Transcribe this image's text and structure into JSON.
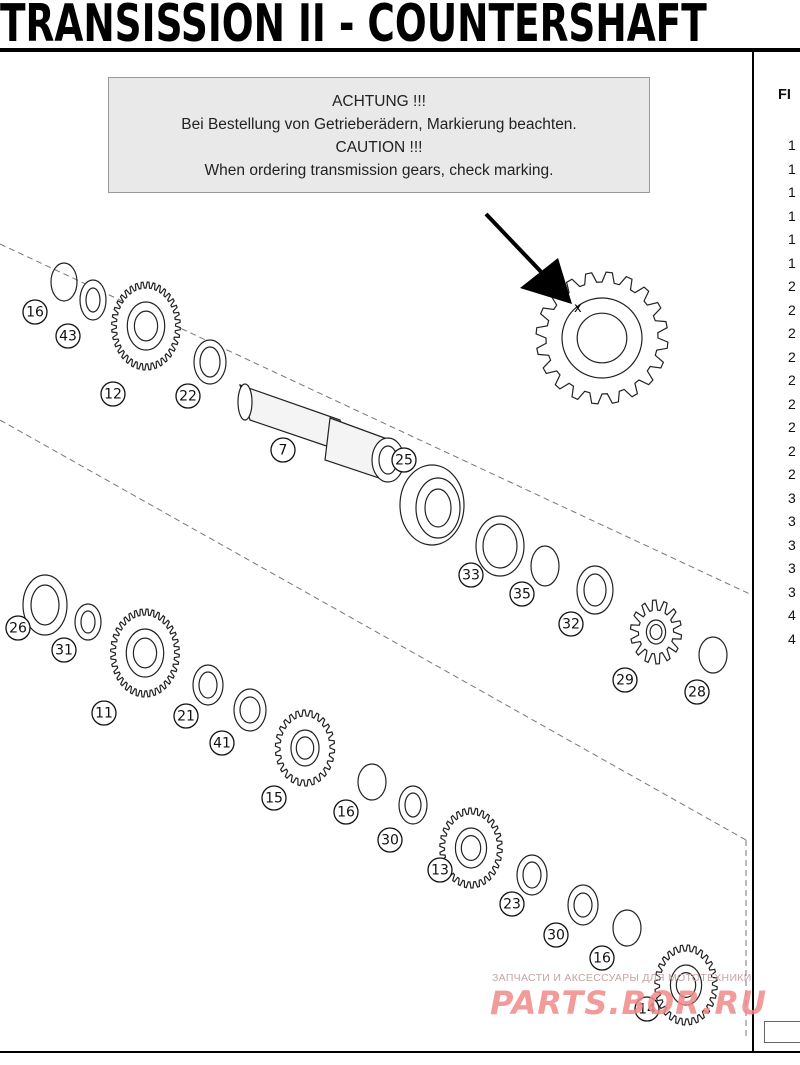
{
  "header": {
    "title": "TRANSISSION II - COUNTERSHAFT"
  },
  "caution": {
    "line1": "ACHTUNG !!!",
    "line2": "Bei Bestellung von Getrieberädern, Markierung beachten.",
    "line3": "CAUTION !!!",
    "line4": "When ordering transmission gears, check marking."
  },
  "parts_list": {
    "header": "FI",
    "rows": [
      "",
      "1",
      "1",
      "1",
      "1",
      "1",
      "1",
      "2",
      "2",
      "2",
      "2",
      "2",
      "2",
      "2",
      "2",
      "2",
      "3",
      "3",
      "3",
      "3",
      "3",
      "4",
      "4"
    ]
  },
  "callouts": [
    {
      "id": "c16a",
      "label": "16"
    },
    {
      "id": "c43",
      "label": "43"
    },
    {
      "id": "c12",
      "label": "12"
    },
    {
      "id": "c22",
      "label": "22"
    },
    {
      "id": "c7",
      "label": "7"
    },
    {
      "id": "c25",
      "label": "25"
    },
    {
      "id": "c33",
      "label": "33"
    },
    {
      "id": "c35",
      "label": "35"
    },
    {
      "id": "c32",
      "label": "32"
    },
    {
      "id": "c29",
      "label": "29"
    },
    {
      "id": "c28",
      "label": "28"
    },
    {
      "id": "c26",
      "label": "26"
    },
    {
      "id": "c31",
      "label": "31"
    },
    {
      "id": "c11",
      "label": "11"
    },
    {
      "id": "c21",
      "label": "21"
    },
    {
      "id": "c41",
      "label": "41"
    },
    {
      "id": "c15",
      "label": "15"
    },
    {
      "id": "c16b",
      "label": "16"
    },
    {
      "id": "c30a",
      "label": "30"
    },
    {
      "id": "c13",
      "label": "13"
    },
    {
      "id": "c23",
      "label": "23"
    },
    {
      "id": "c30b",
      "label": "30"
    },
    {
      "id": "c16c",
      "label": "16"
    },
    {
      "id": "c14",
      "label": "14"
    }
  ],
  "watermark": {
    "top_text": "ЗАПЧАСТИ И АКСЕССУАРЫ ДЛЯ МОТОТЕХНИКИ",
    "main_text": "PARTS.BOR.RU"
  },
  "colors": {
    "watermark_main": "#f08a8a",
    "caution_bg": "#e9e9e9"
  }
}
